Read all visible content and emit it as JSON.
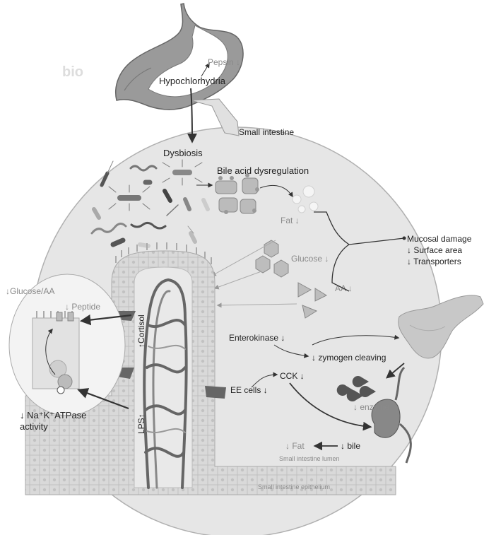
{
  "labels": {
    "pepsin": "Pepsin ↓",
    "hypochlorhydria": "Hypochlorhydria",
    "small_intestine": "Small intestine",
    "dysbiosis": "Dysbiosis",
    "bile_acid": "Bile acid dysregulation",
    "fat": "Fat ↓",
    "glucose": "Glucose ↓",
    "aa": "AA ↓",
    "mucosal_damage": "Mucosal damage",
    "surface_area": "↓ Surface area",
    "transporters": "↓ Transporters",
    "glucose_aa": "↓Glucose/AA",
    "peptide": "↓ Peptide",
    "cortisol": "↑Cortisol",
    "lps": "LPS↑",
    "enterokinase": "Enterokinase ↓",
    "zymogen": "↓ zymogen cleaving",
    "cck": "CCK ↓",
    "ee_cells": "EE cells ↓",
    "enzyme": "↓ enzyme",
    "atpase_line1": "↓ Na⁺K⁺ATPase",
    "atpase_line2": "activity",
    "fat_out": "↓ Fat",
    "bile": "↓ bile",
    "lumen": "Small intestine lumen",
    "epithelium": "Small intestine epithelium",
    "watermark": "bio"
  },
  "colors": {
    "circle_fill": "#e6e6e6",
    "tissue": "#d4d4d4",
    "dark": "#555555",
    "text": "#222222",
    "muted": "#8a8a8a"
  }
}
